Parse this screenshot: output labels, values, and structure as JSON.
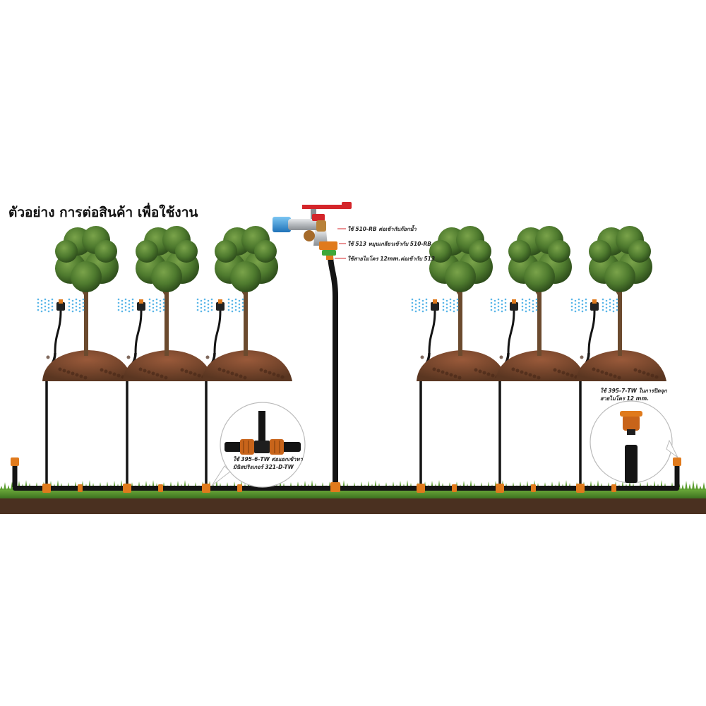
{
  "title": "ตัวอย่าง การต่อสินค้า เพื่อใช้งาน",
  "callouts": {
    "faucet_adapter": "ใช้ 510-RB ต่อเข้ากับก๊อกน้ำ",
    "quick_connector": "ใช้ 513 หมุนเกลียวเข้ากับ 510-RB",
    "hose_connect": "ใช้สายไมโคร 12mm.ต่อเข้ากับ 513",
    "tee_line1": "ใช้ 395-6-TW ต่อแยกเข้าหา",
    "tee_line2": "มินิสปริงเกอร์ 321-D-TW",
    "endcap_line1": "ใช้ 395-7-TW ในการปิดจุก",
    "endcap_line2": "สายไมโคร 12 mm."
  },
  "colors": {
    "pipe": "#141414",
    "fitting": "#e07a1c",
    "faucet_handle": "#d4252a",
    "faucet_body": "#c0c4c8",
    "adapter_blue": "#2f8fd6",
    "spray": "#5ab6e8",
    "grass": "#4f8f2a",
    "soil_dark": "#5a3621",
    "foliage": "#4e7a2e"
  },
  "icons": [
    "faucet-icon",
    "tree-icon",
    "sprinkler-icon",
    "tee-fitting-icon",
    "end-cap-icon"
  ]
}
